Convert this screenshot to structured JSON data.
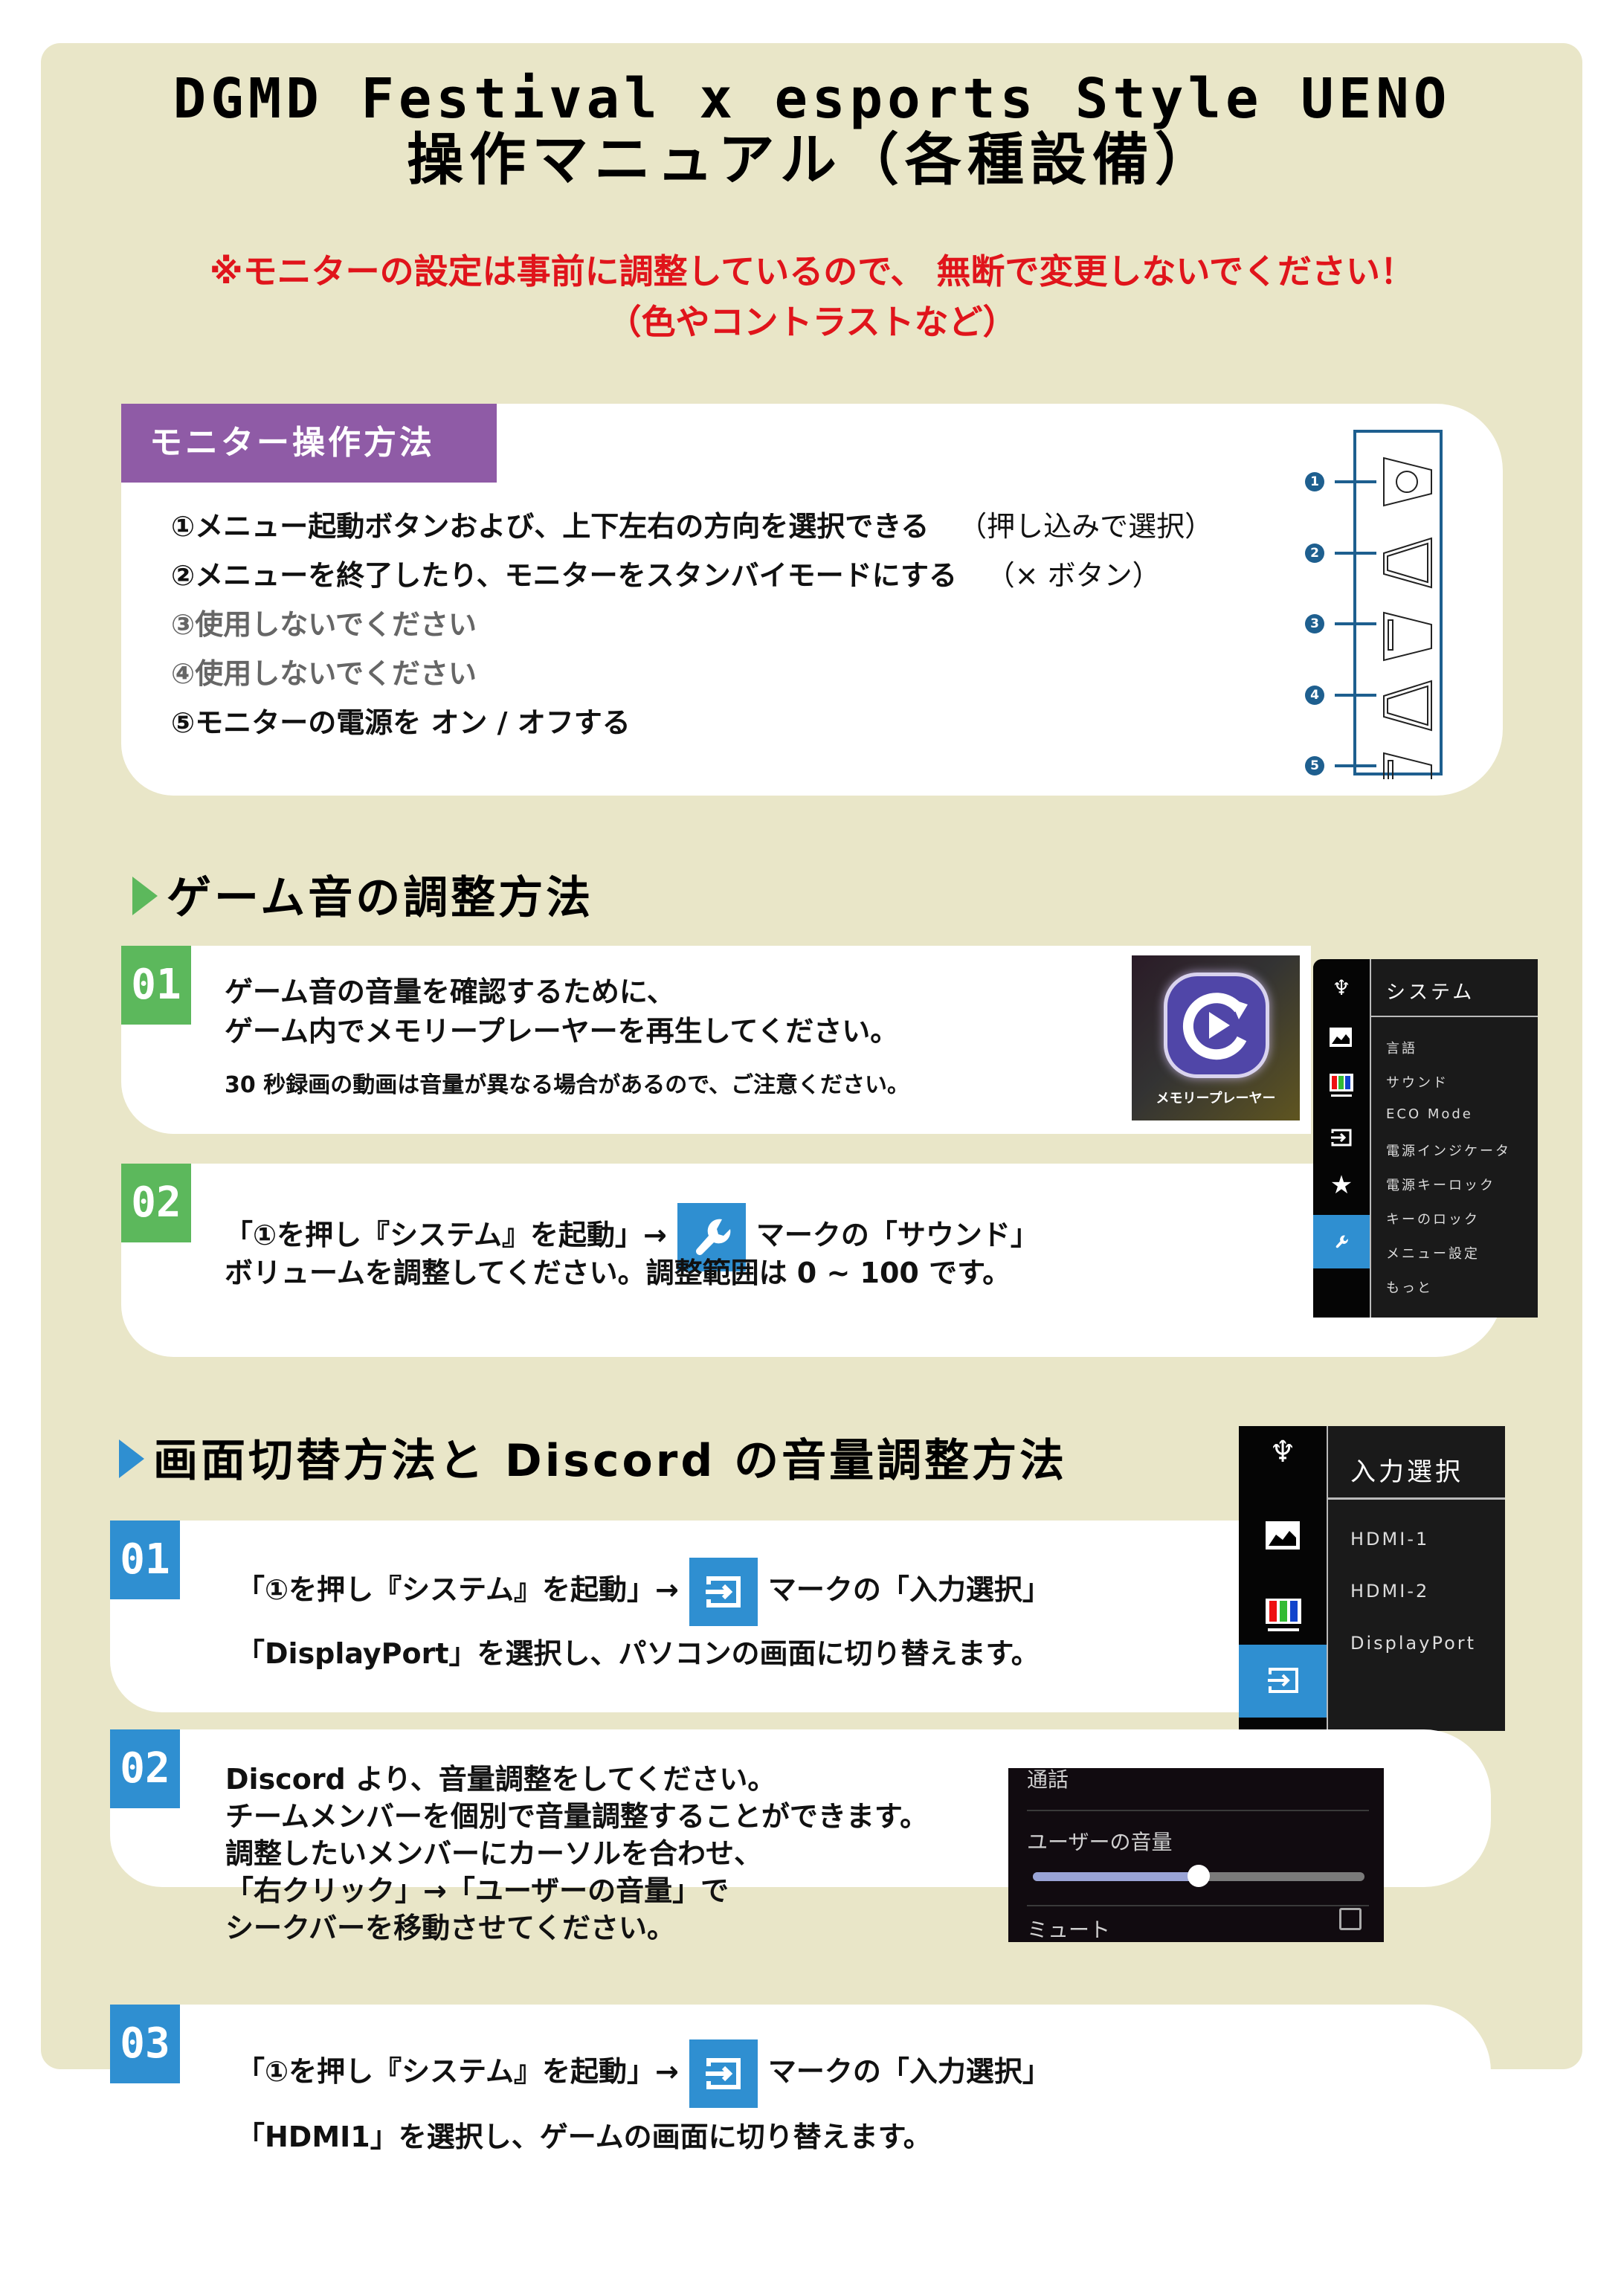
{
  "header": {
    "title_line1": "DGMD Festival x esports Style UENO",
    "title_line2": "操作マニュアル（各種設備）"
  },
  "warning": {
    "line1": "※モニターの設定は事前に調整しているので、 無断で変更しないでください！",
    "line2": "（色やコントラストなど）",
    "color": "#e0141b"
  },
  "monitor_section": {
    "badge": "モニター操作方法",
    "badge_color": "#8f5ba6",
    "items": [
      {
        "num": "①",
        "text": "メニュー起動ボタンおよび、上下左右の方向を選択できる",
        "note": "（押し込みで選択）",
        "disabled": false
      },
      {
        "num": "②",
        "text": "メニューを終了したり、モニターをスタンバイモードにする",
        "note": "（× ボタン）",
        "disabled": false
      },
      {
        "num": "③",
        "text": "使用しないでください",
        "note": "",
        "disabled": true
      },
      {
        "num": "④",
        "text": "使用しないでください",
        "note": "",
        "disabled": true
      },
      {
        "num": "⑤",
        "text": "モニターの電源を オン / オフする",
        "note": "",
        "disabled": false
      }
    ],
    "diagram_labels": [
      "1",
      "2",
      "3",
      "4",
      "5"
    ],
    "diagram_icon": "monitor-buttons-diagram"
  },
  "game_sound_section": {
    "title": "ゲーム音の調整方法",
    "accent_color": "#5cb85c",
    "steps": [
      {
        "badge": "01",
        "lines": [
          "ゲーム音の音量を確認するために、",
          "ゲーム内でメモリープレーヤーを再生してください。"
        ],
        "note": "30 秒録画の動画は音量が異なる場合があるので、ご注意ください。"
      },
      {
        "badge": "02",
        "line1_before": "「①を押し『システム』を起動」→",
        "icon": "wrench-icon",
        "line1_after": "マークの「サウンド」",
        "line2": "ボリュームを調整してください。調整範囲は 0 ~ 100 です。"
      }
    ],
    "memory_player_label": "メモリープレーヤー",
    "osd_menu": {
      "header": "システム",
      "items": [
        "言語",
        "サウンド",
        "ECO Mode",
        "電源インジケータ",
        "電源キーロック",
        "キーのロック",
        "メニュー設定",
        "もっと"
      ],
      "side_icons": [
        "tuf-logo-icon",
        "image-icon",
        "color-bars-icon",
        "input-icon",
        "star-icon",
        "wrench-icon"
      ],
      "active_icon": "wrench-icon"
    }
  },
  "screen_section": {
    "title": "画面切替方法と Discord の音量調整方法",
    "accent_color": "#2f8fd1",
    "steps": [
      {
        "badge": "01",
        "line1_before": "「①を押し『システム』を起動」→",
        "icon": "input-icon",
        "line1_after": "マークの「入力選択」",
        "line2": "「DisplayPort」を選択し、パソコンの画面に切り替えます。"
      },
      {
        "badge": "02",
        "lines": [
          "Discord より、音量調整をしてください。",
          "チームメンバーを個別で音量調整することができます。",
          "調整したいメンバーにカーソルを合わせ、",
          "「右クリック」→「ユーザーの音量」で",
          "シークバーを移動させてください。"
        ]
      },
      {
        "badge": "03",
        "line1_before": "「①を押し『システム』を起動」→",
        "icon": "input-icon",
        "line1_after": "マークの「入力選択」",
        "line2": "「HDMI1」を選択し、ゲームの画面に切り替えます。"
      }
    ],
    "osd_menu": {
      "header": "入力選択",
      "items": [
        "HDMI-1",
        "HDMI-2",
        "DisplayPort"
      ],
      "side_icons": [
        "tuf-logo-icon",
        "image-icon",
        "color-bars-icon",
        "input-icon"
      ],
      "active_icon": "input-icon"
    },
    "discord_panel": {
      "top_label": "通話",
      "volume_label": "ユーザーの音量",
      "volume_fraction": 0.5,
      "mute_label": "ミュート",
      "mute_checked": false
    }
  }
}
